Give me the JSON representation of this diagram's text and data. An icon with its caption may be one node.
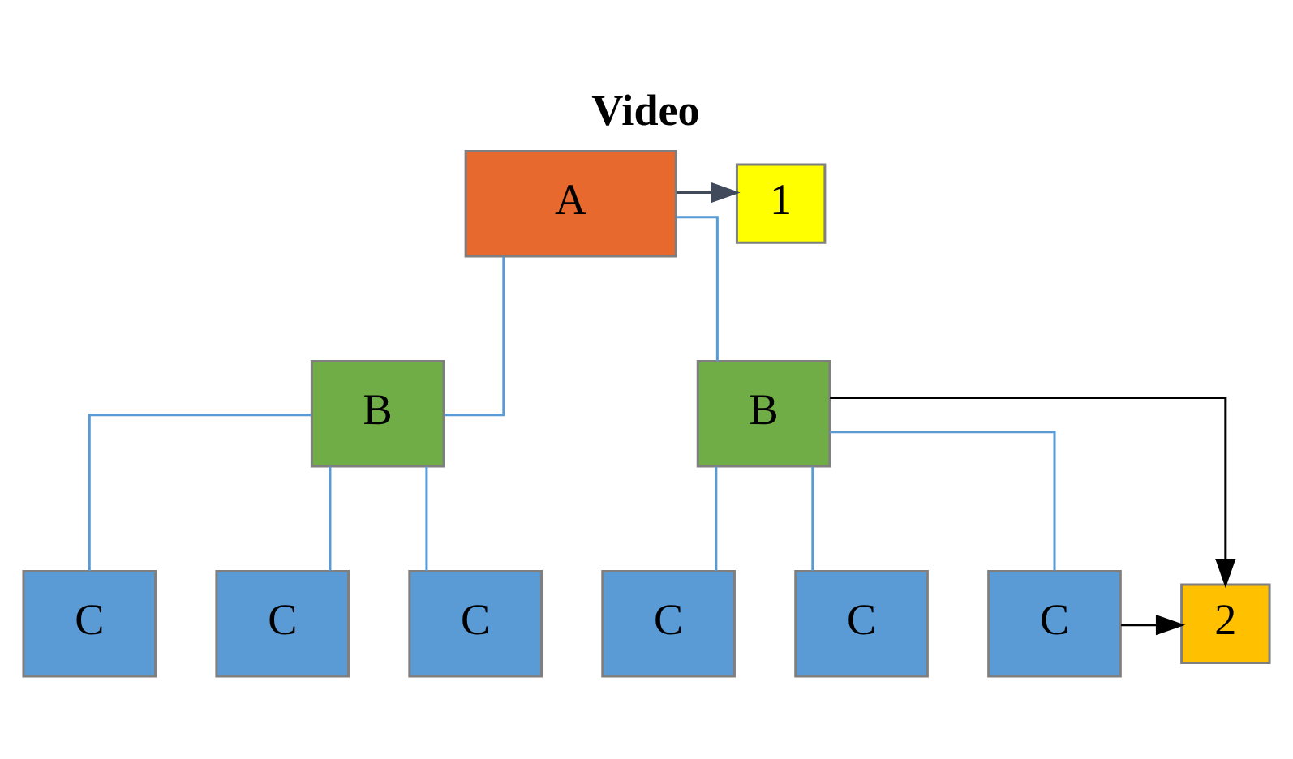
{
  "diagram": {
    "title": "Video",
    "nodes": [
      {
        "text": [
          "A"
        ]
      },
      {
        "text": [
          "1"
        ]
      },
      {
        "text": [
          "B"
        ]
      },
      {
        "text": [
          "B"
        ]
      },
      {
        "text": [
          "C"
        ]
      },
      {
        "text": [
          "C"
        ]
      },
      {
        "text": [
          "C"
        ]
      },
      {
        "text": [
          "C"
        ]
      },
      {
        "text": [
          "C"
        ]
      },
      {
        "text": [
          "C"
        ]
      },
      {
        "text": [
          "2"
        ]
      }
    ],
    "edges": [
      {
        "from": 0,
        "to": 1,
        "arrow": "to",
        "color": "#404a5a"
      },
      {
        "from": 0,
        "to": 2,
        "arrow": "none"
      },
      {
        "from": 0,
        "to": 3,
        "arrow": "none"
      },
      {
        "from": 2,
        "to": 4,
        "arrow": "none"
      },
      {
        "from": 2,
        "to": 5,
        "arrow": "none"
      },
      {
        "from": 2,
        "to": 6,
        "arrow": "none"
      },
      {
        "from": 3,
        "to": 7,
        "arrow": "none"
      },
      {
        "from": 3,
        "to": 8,
        "arrow": "none"
      },
      {
        "from": 3,
        "to": 9,
        "arrow": "none"
      },
      {
        "from": 3,
        "to": 10,
        "arrow": "to",
        "color": "#000000"
      },
      {
        "from": 9,
        "to": 10,
        "arrow": "to",
        "color": "#000000"
      }
    ]
  }
}
